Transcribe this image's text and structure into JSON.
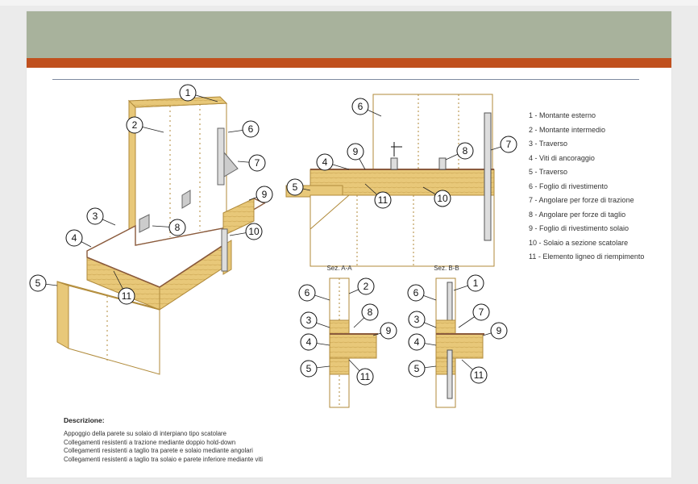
{
  "slide": {
    "colors": {
      "header": "#a8b29c",
      "accent": "#c0501e",
      "wood": "#e8c879",
      "wood_line": "#b08a3a",
      "floor": "#8a5a3c"
    }
  },
  "diagram": {
    "axonometric_labels": [
      "1",
      "2",
      "6",
      "7",
      "9",
      "3",
      "8",
      "10",
      "4",
      "5",
      "11"
    ],
    "front_view_labels": [
      "6",
      "7",
      "9",
      "8",
      "4",
      "5",
      "11",
      "10"
    ],
    "section_a_title": "Sez. A-A",
    "section_a_labels": [
      "6",
      "2",
      "3",
      "8",
      "9",
      "4",
      "5",
      "11"
    ],
    "section_b_title": "Sez. B-B",
    "section_b_labels": [
      "6",
      "1",
      "3",
      "7",
      "9",
      "4",
      "5",
      "11"
    ]
  },
  "legend": [
    "1 - Montante esterno",
    "2 - Montante intermedio",
    "3 - Traverso",
    "4 - Viti di ancoraggio",
    "5 - Traverso",
    "6 - Foglio di rivestimento",
    "7 - Angolare per forze di trazione",
    "8 - Angolare per forze di taglio",
    "9 - Foglio di rivestimento solaio",
    "10 - Solaio a sezione scatolare",
    "11 - Elemento ligneo di riempimento"
  ],
  "description": {
    "title": "Descrizione:",
    "lines": [
      "Appoggio della parete su solaio di interpiano tipo scatolare",
      "Collegamenti resistenti a trazione mediante doppio hold-down",
      "Collegamenti resistenti a taglio tra parete e solaio mediante angolari",
      "Collegamenti resistenti a taglio tra solaio e parete inferiore mediante viti"
    ]
  }
}
